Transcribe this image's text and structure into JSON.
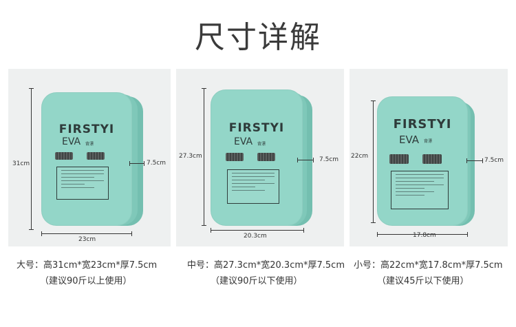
{
  "title": "尺寸详解",
  "brand": "FIRSTYI",
  "product_mark": "EVA",
  "product_mark_sub": "背漂",
  "products": [
    {
      "height_dim": "31cm",
      "width_dim": "23cm",
      "depth_dim": "7.5cm",
      "spec": "大号：高31cm*宽23cm*厚7.5cm",
      "note": "（建议90斤以上使用）"
    },
    {
      "height_dim": "27.3cm",
      "width_dim": "20.3cm",
      "depth_dim": "7.5cm",
      "spec": "中号：高27.3cm*宽20.3cm*厚7.5cm",
      "note": "（建议90斤以下使用）"
    },
    {
      "height_dim": "22cm",
      "width_dim": "17.8cm",
      "depth_dim": "7.5cm",
      "spec": "小号：高22cm*宽17.8cm*厚7.5cm",
      "note": "（建议45斤以下使用）"
    }
  ],
  "colors": {
    "panel_bg": "#eef0f0",
    "float_color": "#93d6c8",
    "text": "#333333"
  }
}
